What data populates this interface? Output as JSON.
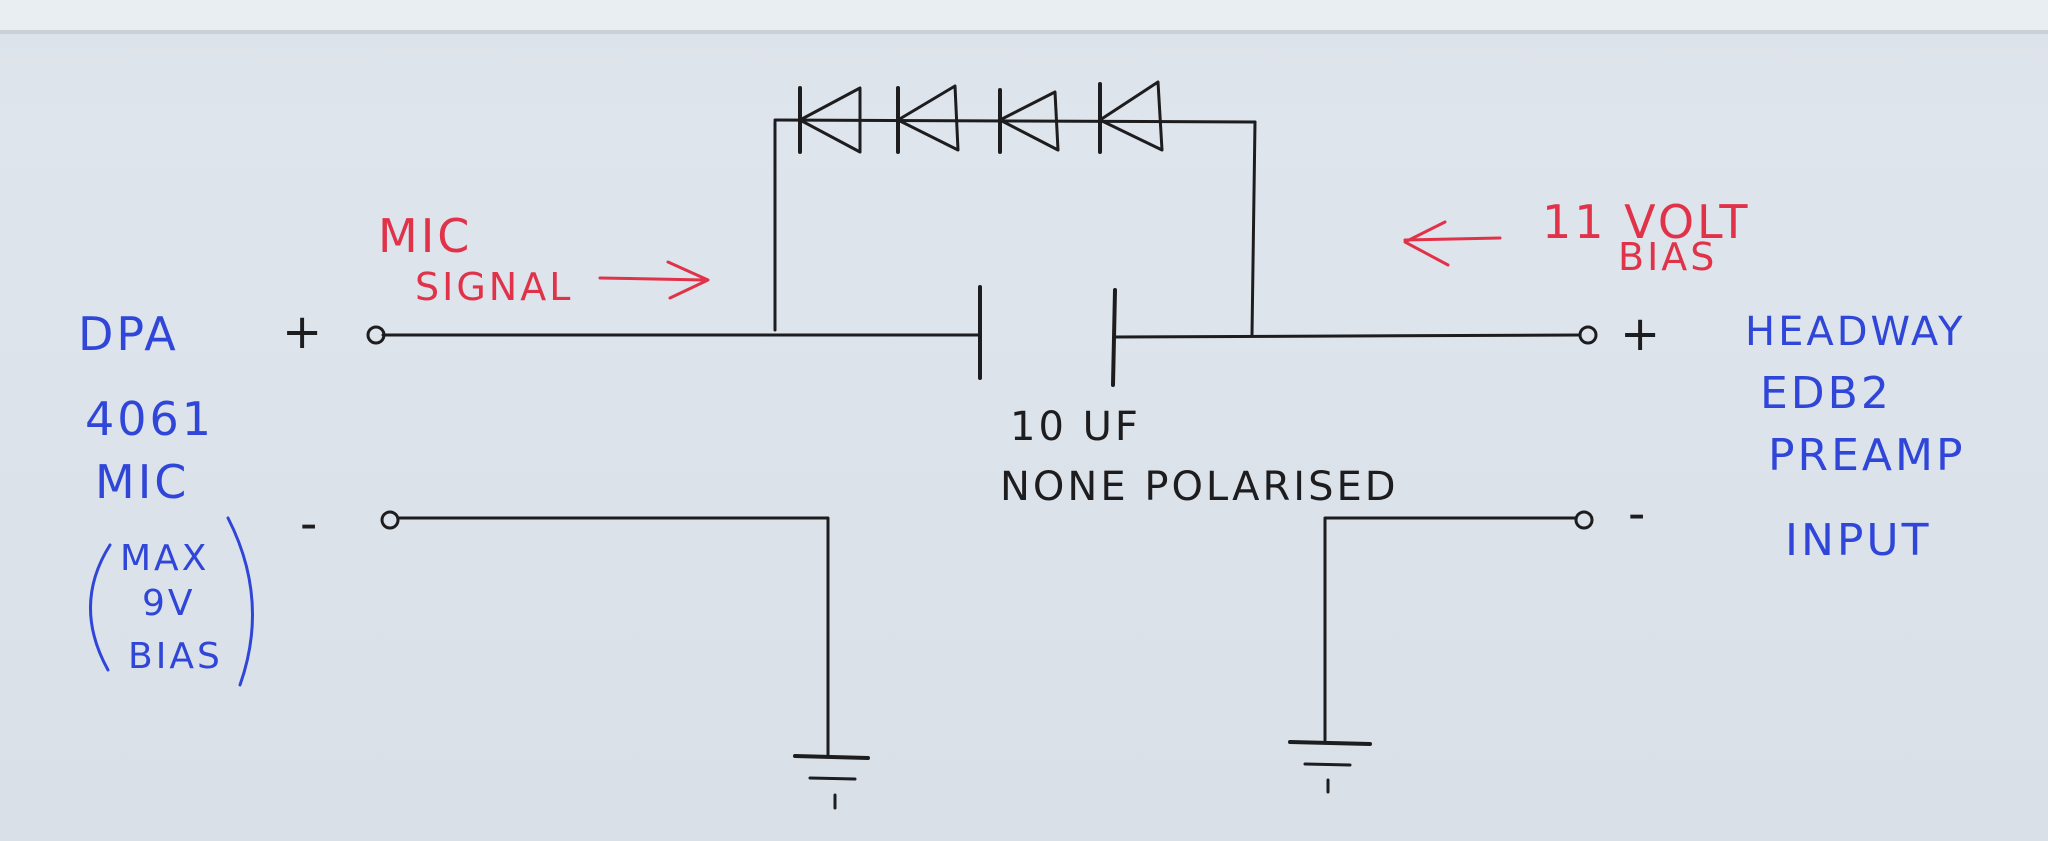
{
  "annotations": {
    "mic_signal_line1": "MIC",
    "mic_signal_line2": "SIGNAL",
    "bias_line1": "11 VOLT",
    "bias_line2": "BIAS",
    "capacitor_line1": "10 UF",
    "capacitor_line2": "NONE POLARISED"
  },
  "left_device": {
    "lines": [
      "DPA",
      "4061",
      "MIC"
    ],
    "note_lines": [
      "MAX",
      "9V",
      "BIAS"
    ]
  },
  "right_device": {
    "lines": [
      "HEADWAY",
      "EDB2",
      "PREAMP",
      "INPUT"
    ]
  },
  "terminals": {
    "left_plus": "+",
    "left_minus": "-",
    "right_plus": "+",
    "right_minus": "-"
  },
  "components": {
    "diode_count": 4
  },
  "colors": {
    "ink": "#1d1d1f",
    "red_annotation": "#e0334a",
    "blue_annotation": "#3046d8"
  }
}
